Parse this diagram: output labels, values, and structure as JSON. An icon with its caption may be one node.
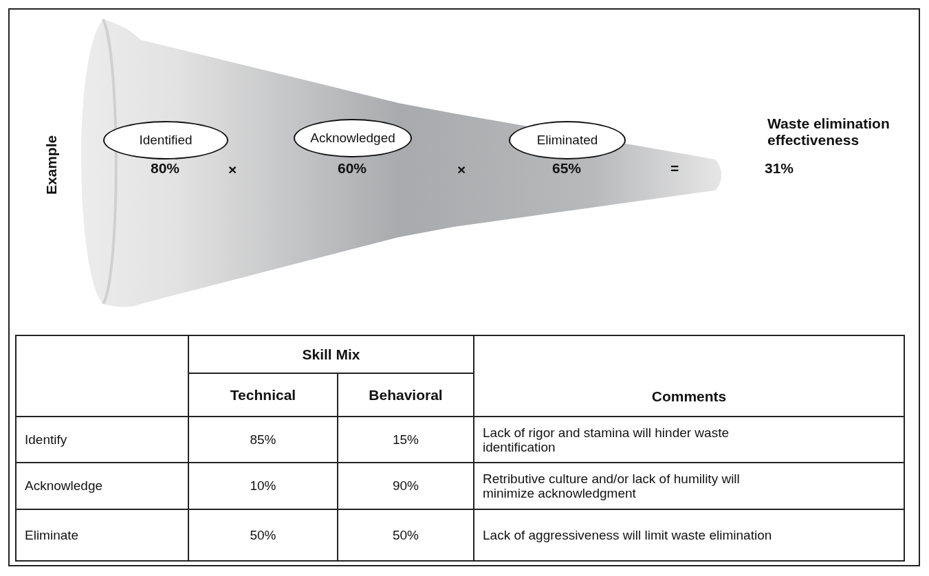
{
  "diagram": {
    "nodes": [
      {
        "text": [
          "Identified"
        ],
        "beside": [
          "80%"
        ]
      },
      {
        "text": [
          "Acknowledged"
        ],
        "beside": [
          "60%"
        ]
      },
      {
        "text": [
          "Eliminated"
        ],
        "beside": [
          "65%"
        ]
      }
    ],
    "labels": [
      "Waste elimination effectiveness",
      "Example",
      "×",
      "×",
      "=",
      "31%",
      "Skill Mix",
      "Technical",
      "Behavioral",
      "Comments",
      "Identify",
      "85%",
      "15%",
      "Lack of rigor and stamina will hinder waste identification",
      "Acknowledge",
      "10%",
      "90%",
      "Retributive culture and/or lack of humility will minimize acknowledgment",
      "Eliminate",
      "50%",
      "50%",
      "Lack of aggressiveness will limit waste elimination"
    ]
  }
}
